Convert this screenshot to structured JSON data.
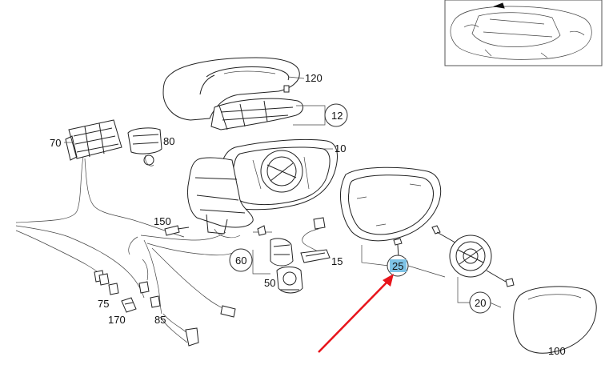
{
  "diagram": {
    "callouts": {
      "p120": "120",
      "p12": "12",
      "p10": "10",
      "p70": "70",
      "p80": "80",
      "p150": "150",
      "p60": "60",
      "p15": "15",
      "p50": "50",
      "p25": "25",
      "p20": "20",
      "p75": "75",
      "p170": "170",
      "p85": "85",
      "p100": "100"
    },
    "highlight_color": "#7ec3e6",
    "arrow_color": "#e8141b",
    "highlighted_part": "25"
  }
}
